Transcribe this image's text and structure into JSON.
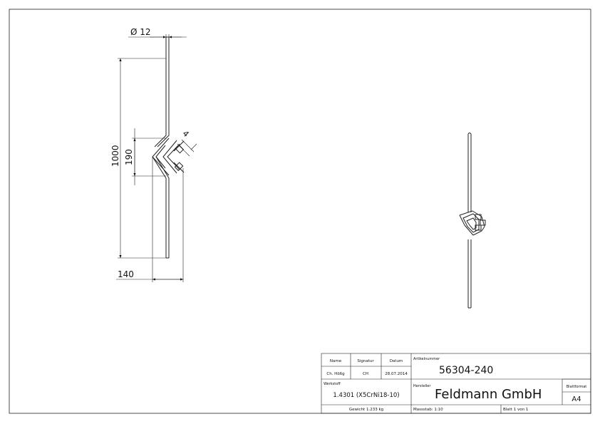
{
  "drawing": {
    "dim_diameter": "Ø 12",
    "dim_total_height": "1000",
    "dim_offset_height": "190",
    "dim_width": "140",
    "dim_small": "4"
  },
  "title_block": {
    "col_name": "Name",
    "col_signature": "Signatur",
    "col_date": "Datum",
    "name_value": "Ch. Hößg",
    "signature_value": "CH",
    "date_value": "28.07.2014",
    "article_label": "Artikelnummer",
    "article_number": "56304-240",
    "material_label": "Werkstoff",
    "material_value": "1.4301 (X5CrNi18-10)",
    "manufacturer_label": "Hersteller",
    "manufacturer_value": "Feldmann GmbH",
    "format_label": "Blattformat",
    "format_value": "A4",
    "weight": "Gewicht 1.233 kg",
    "scale": "Massstab: 1:10",
    "sheet": "Blatt 1 von 1"
  }
}
